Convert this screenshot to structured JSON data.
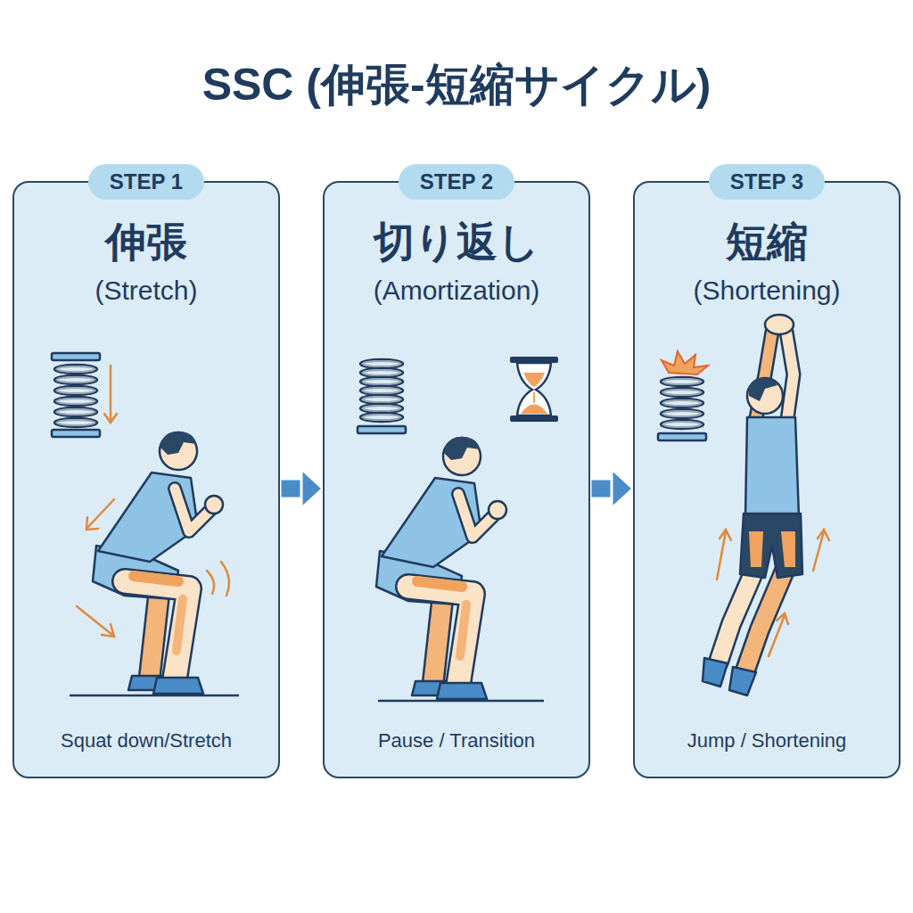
{
  "diagram": {
    "title": "SSC (伸張-短縮サイクル)",
    "nodes": [
      {
        "text": [
          "伸張",
          "(Stretch)",
          "Squat down/Stretch"
        ]
      },
      {
        "text": [
          "STEP 1"
        ],
        "in": 0
      },
      {
        "text": [
          "切り返し",
          "(Amortization)",
          "Pause / Transition"
        ]
      },
      {
        "text": [
          "STEP 2"
        ],
        "in": 2
      },
      {
        "text": [
          "短縮",
          "(Shortening)",
          "Jump / Shortening"
        ]
      },
      {
        "text": [
          "STEP 3"
        ],
        "in": 4
      }
    ],
    "edges": [
      {
        "from": 0,
        "to": 2,
        "arrow": "to"
      },
      {
        "from": 2,
        "to": 4,
        "arrow": "to"
      }
    ]
  }
}
